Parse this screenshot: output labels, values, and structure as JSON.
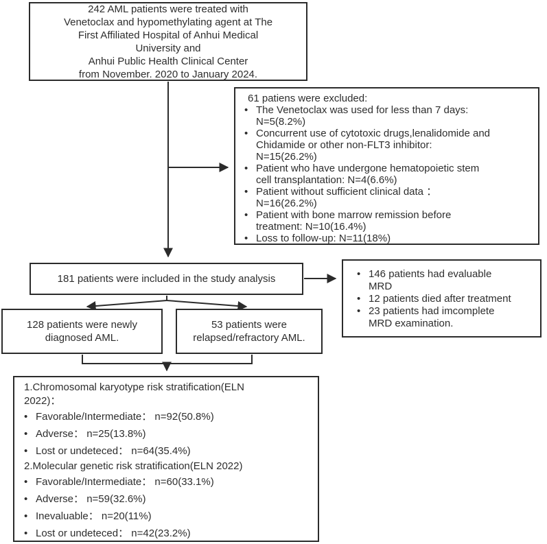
{
  "bullet": "•",
  "colors": {
    "border": "#2b2b2b",
    "text": "#2d2d2d",
    "background": "#ffffff",
    "arrow": "#2b2b2b"
  },
  "boxes": {
    "top": {
      "text": "242 AML patients were treated with\nVenetoclax and hypomethylating agent at The\nFirst Affiliated Hospital of Anhui Medical\nUniversity and\nAnhui Public Health Clinical Center\nfrom November. 2020 to January 2024."
    },
    "excluded": {
      "title": "61 patiens were excluded:",
      "items": [
        "The Venetoclax was used for less than 7 days:\nN=5(8.2%)",
        "Concurrent use of cytotoxic drugs,lenalidomide and\nChidamide or other non-FLT3 inhibitor:\nN=15(26.2%)",
        "Patient who have undergone hematopoietic stem\ncell transplantation: N=4(6.6%)",
        "Patient without sufficient clinical data ：\nN=16(26.2%)",
        "Patient with bone marrow remission before\ntreatment: N=10(16.4%)",
        "Loss to follow-up: N=11(18%)"
      ]
    },
    "included": {
      "text": "181 patients were included in the study analysis"
    },
    "mrd": {
      "items": [
        "146 patients had evaluable\nMRD",
        "12 patients died after treatment",
        "23 patients had imcomplete\nMRD examination."
      ]
    },
    "newly": {
      "text": "128 patients were newly\ndiagnosed AML."
    },
    "relapsed": {
      "text": "53 patients were\nrelapsed/refractory AML."
    },
    "strat": {
      "section1_title": "1.Chromosomal karyotype risk stratification(ELN\n2022)：",
      "section1_items": [
        "Favorable/Intermediate： n=92(50.8%)",
        "Adverse： n=25(13.8%)",
        "Lost or undeteced： n=64(35.4%)"
      ],
      "section2_title": "2.Molecular genetic risk stratification(ELN 2022)",
      "section2_items": [
        "Favorable/Intermediate： n=60(33.1%)",
        "Adverse： n=59(32.6%)",
        "Inevaluable： n=20(11%)",
        "Lost or undeteced： n=42(23.2%)"
      ]
    }
  }
}
